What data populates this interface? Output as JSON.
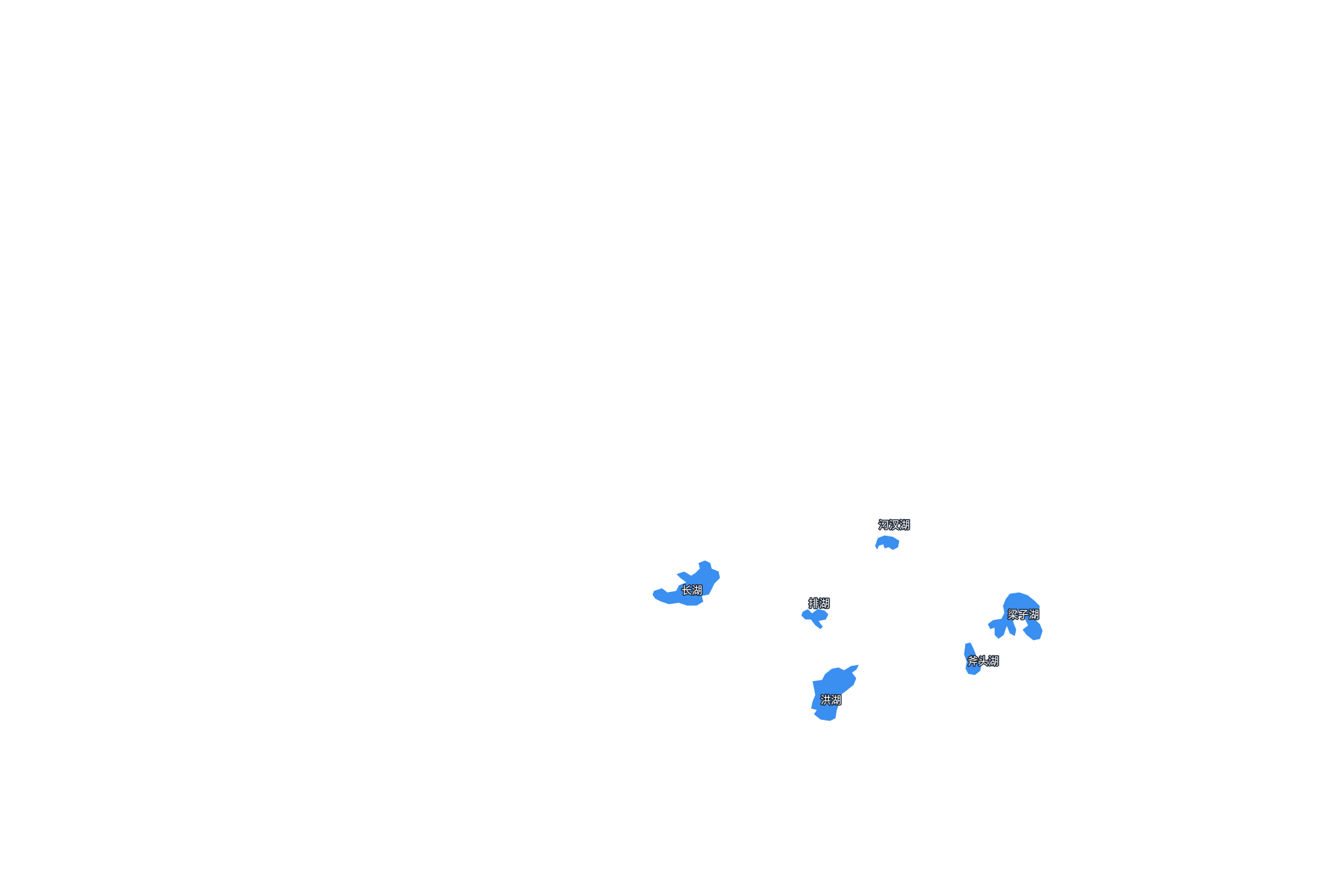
{
  "map": {
    "background_color": "#ffffff",
    "lake_fill_color": "#3a8ff0",
    "label_text_color": "#ffffff",
    "label_outline_color": "#1f2937",
    "lakes": [
      {
        "id": "changhu",
        "name": "长湖"
      },
      {
        "id": "paihu",
        "name": "排湖"
      },
      {
        "id": "diaochahu",
        "name": "汈汊湖"
      },
      {
        "id": "liangzihu",
        "name": "梁子湖"
      },
      {
        "id": "futouhu",
        "name": "斧头湖"
      },
      {
        "id": "honghu",
        "name": "洪湖"
      }
    ]
  }
}
